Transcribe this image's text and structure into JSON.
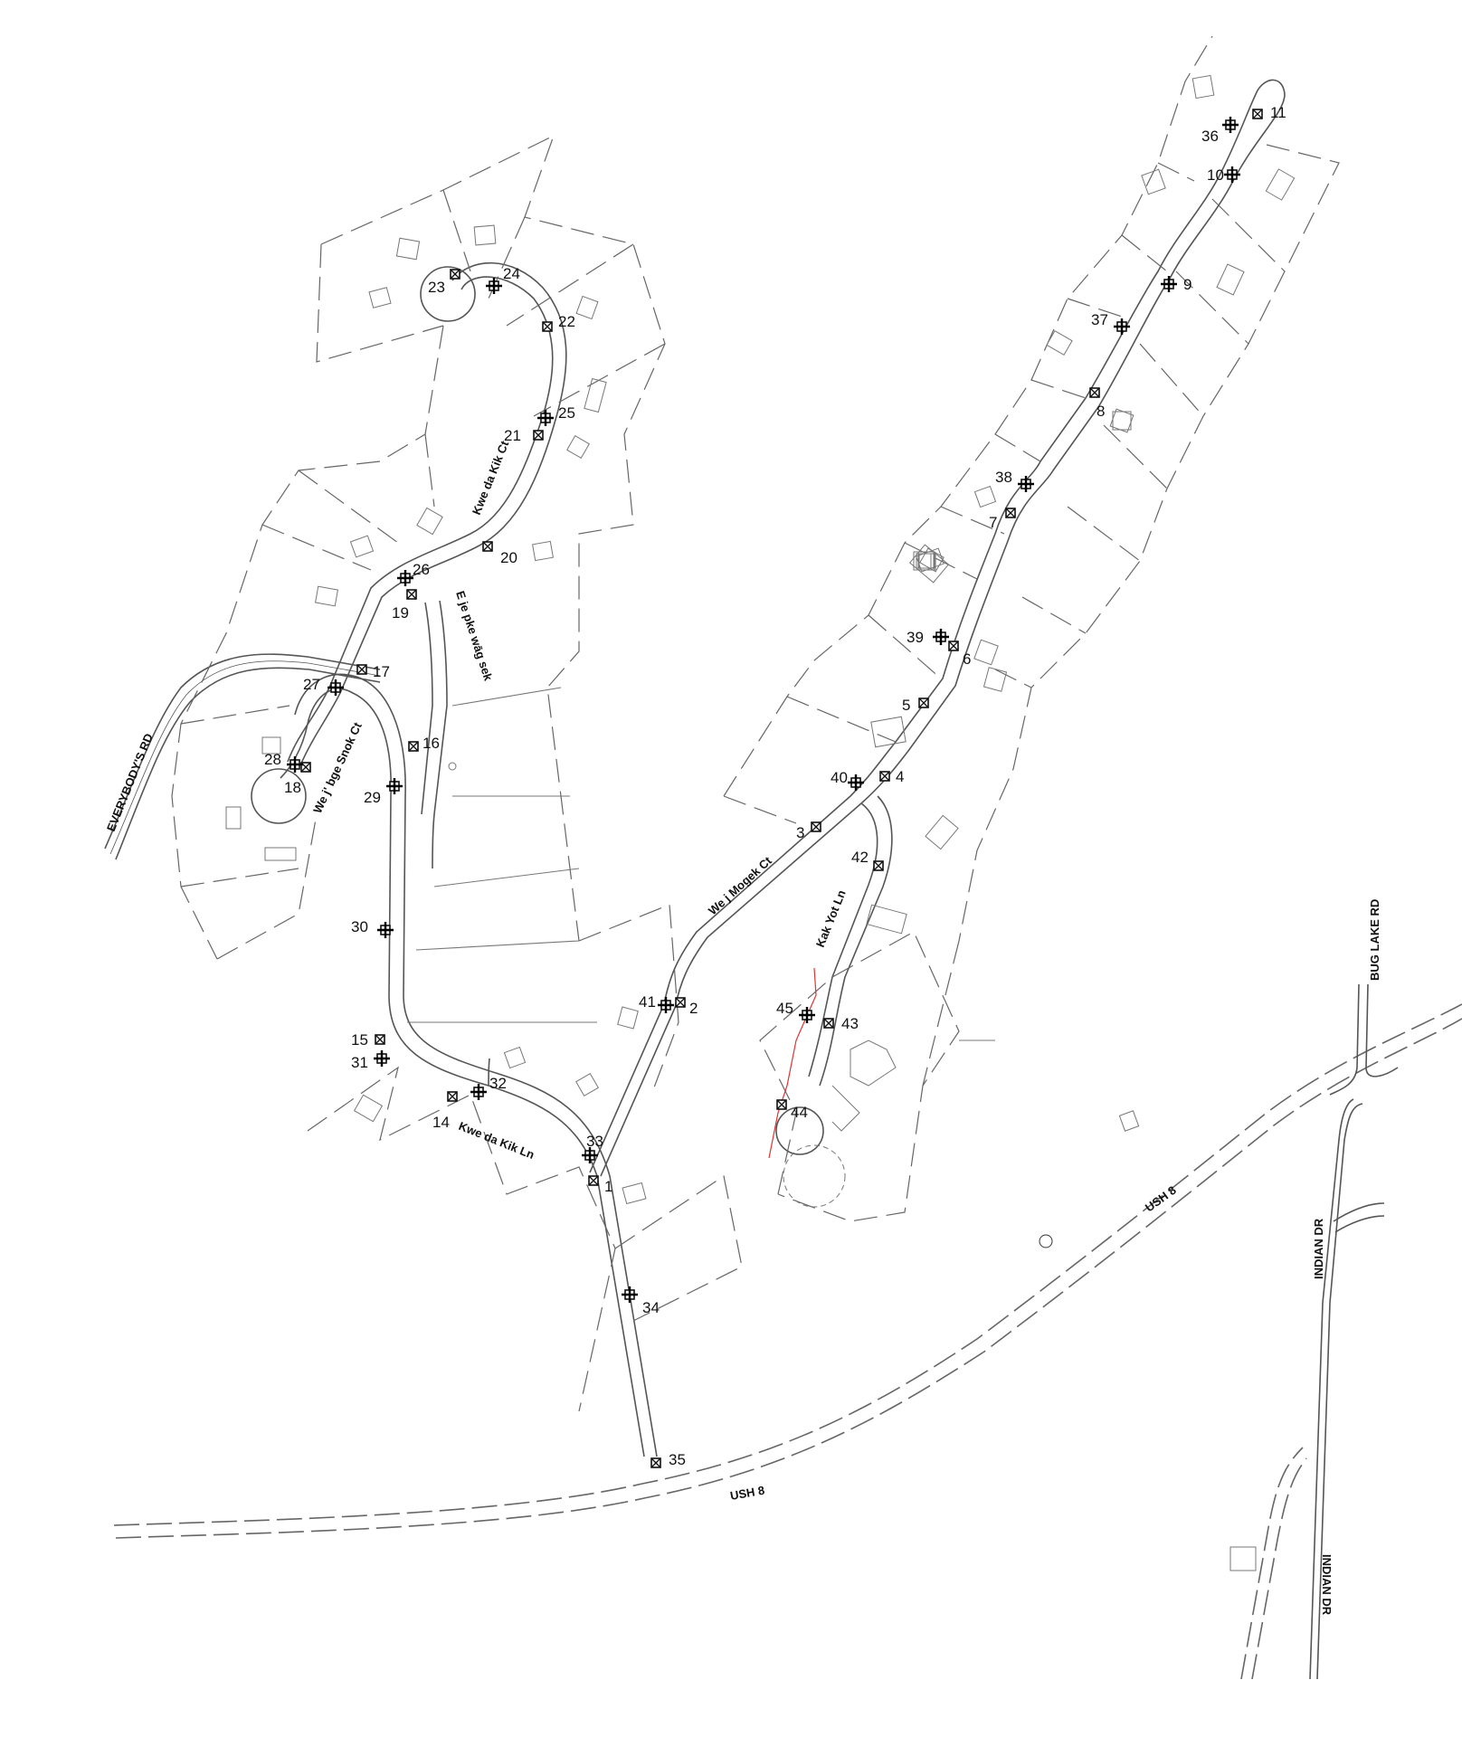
{
  "road_labels": [
    {
      "id": "everybodys-rd",
      "text": "EVERYBODY'S RD"
    },
    {
      "id": "kwe-da-kik-ct",
      "text": "Kwe da Kik Ct"
    },
    {
      "id": "e-je-pke-wag-sek",
      "text": "E je pke wāg sek"
    },
    {
      "id": "we-j-bge-snok-ct",
      "text": "We j' bge Snok Ct"
    },
    {
      "id": "kwe-da-kik-ln",
      "text": "Kwe da Kik Ln"
    },
    {
      "id": "we-j-mogek-ct",
      "text": "We j Mogek Ct"
    },
    {
      "id": "kak-yot-ln",
      "text": "Kak Yot Ln"
    },
    {
      "id": "bug-lake-rd",
      "text": "BUG LAKE RD"
    },
    {
      "id": "ush-8-east",
      "text": "USH 8"
    },
    {
      "id": "ush-8-south",
      "text": "USH 8"
    },
    {
      "id": "indian-dr-north",
      "text": "INDIAN DR"
    },
    {
      "id": "indian-dr-south",
      "text": "INDIAN DR"
    }
  ],
  "points": [
    {
      "label": "1",
      "type": "x"
    },
    {
      "label": "2",
      "type": "x"
    },
    {
      "label": "3",
      "type": "x"
    },
    {
      "label": "4",
      "type": "x"
    },
    {
      "label": "5",
      "type": "x"
    },
    {
      "label": "6",
      "type": "x"
    },
    {
      "label": "7",
      "type": "x"
    },
    {
      "label": "8",
      "type": "x"
    },
    {
      "label": "9",
      "type": "cross"
    },
    {
      "label": "10",
      "type": "cross"
    },
    {
      "label": "11",
      "type": "x"
    },
    {
      "label": "14",
      "type": "x"
    },
    {
      "label": "15",
      "type": "x"
    },
    {
      "label": "16",
      "type": "x"
    },
    {
      "label": "17",
      "type": "x"
    },
    {
      "label": "18",
      "type": "x"
    },
    {
      "label": "19",
      "type": "x"
    },
    {
      "label": "20",
      "type": "x"
    },
    {
      "label": "21",
      "type": "x"
    },
    {
      "label": "22",
      "type": "x"
    },
    {
      "label": "23",
      "type": "x"
    },
    {
      "label": "24",
      "type": "cross"
    },
    {
      "label": "25",
      "type": "cross"
    },
    {
      "label": "26",
      "type": "cross"
    },
    {
      "label": "27",
      "type": "cross"
    },
    {
      "label": "28",
      "type": "cross"
    },
    {
      "label": "29",
      "type": "cross"
    },
    {
      "label": "30",
      "type": "cross"
    },
    {
      "label": "31",
      "type": "cross"
    },
    {
      "label": "32",
      "type": "cross"
    },
    {
      "label": "33",
      "type": "cross"
    },
    {
      "label": "34",
      "type": "cross"
    },
    {
      "label": "35",
      "type": "x"
    },
    {
      "label": "36",
      "type": "cross"
    },
    {
      "label": "37",
      "type": "cross"
    },
    {
      "label": "38",
      "type": "cross"
    },
    {
      "label": "39",
      "type": "cross"
    },
    {
      "label": "40",
      "type": "cross"
    },
    {
      "label": "41",
      "type": "cross"
    },
    {
      "label": "42",
      "type": "x"
    },
    {
      "label": "43",
      "type": "x"
    },
    {
      "label": "44",
      "type": "x"
    },
    {
      "label": "45",
      "type": "cross"
    }
  ]
}
